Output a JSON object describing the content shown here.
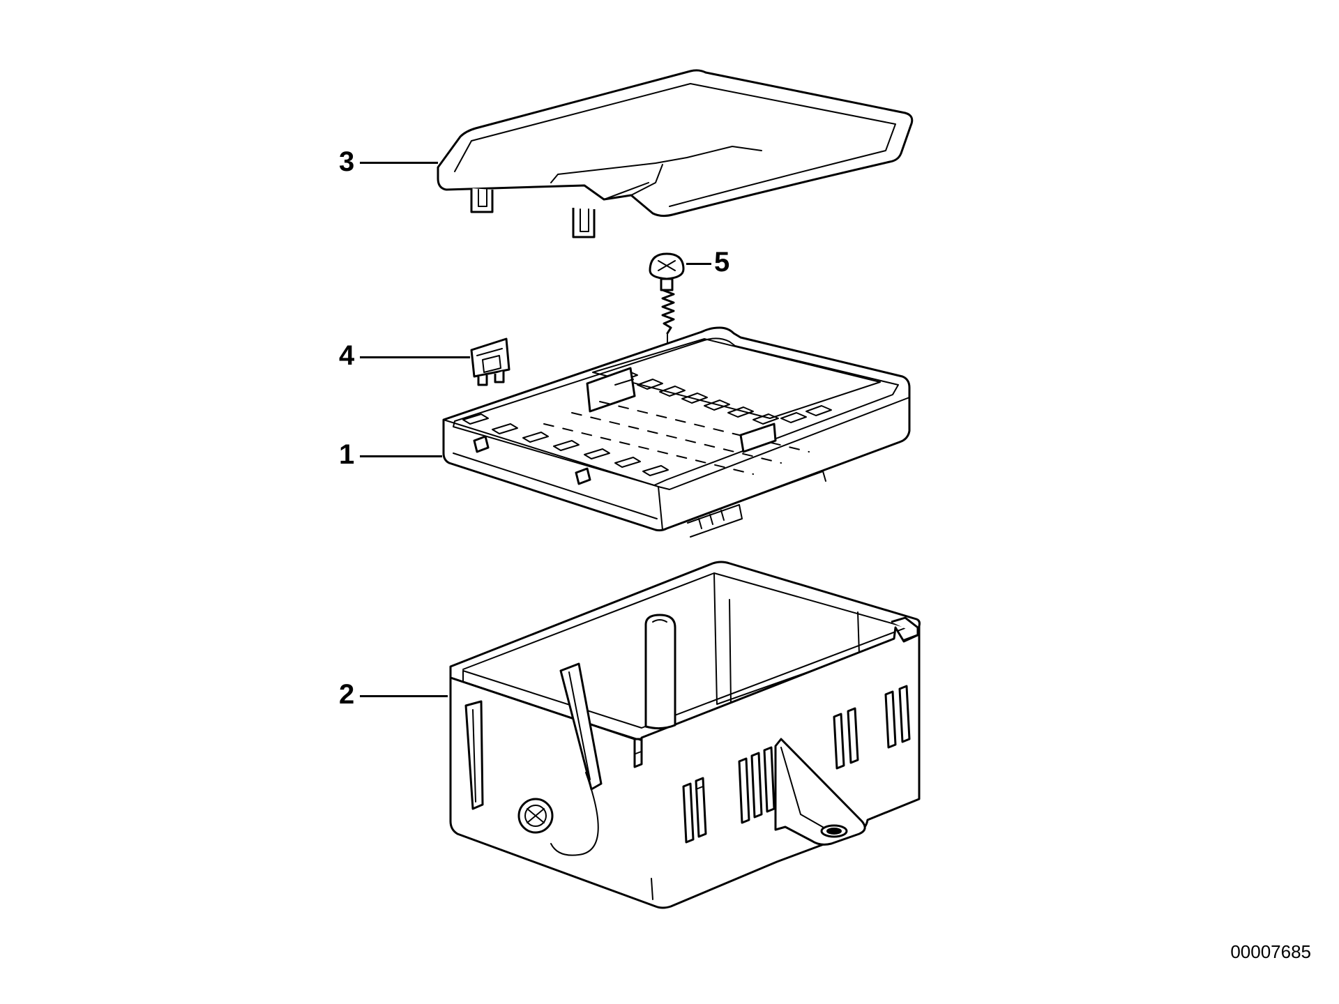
{
  "diagram": {
    "callouts": [
      {
        "id": "cover",
        "label": "3"
      },
      {
        "id": "screw",
        "label": "5"
      },
      {
        "id": "fuse",
        "label": "4"
      },
      {
        "id": "fuse_carrier",
        "label": "1"
      },
      {
        "id": "housing",
        "label": "2"
      }
    ],
    "document_number": "00007685"
  },
  "colors": {
    "line": "#000000",
    "background": "#ffffff"
  },
  "icons": [
    "cover-part-icon",
    "screw-part-icon",
    "fuse-part-icon",
    "fuse-carrier-part-icon",
    "housing-part-icon"
  ]
}
